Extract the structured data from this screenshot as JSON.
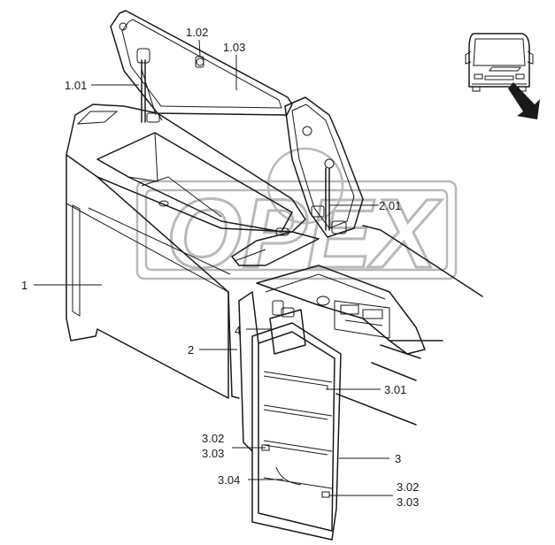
{
  "labels": {
    "l1": "1",
    "l1_01": "1.01",
    "l1_02": "1.02",
    "l1_03": "1.03",
    "l2": "2",
    "l2_01": "2.01",
    "l3": "3",
    "l3_01": "3.01",
    "l3_02_top": "3.02",
    "l3_03_top": "3.03",
    "l3_02_bottom": "3.02",
    "l3_03_bottom": "3.03",
    "l3_04": "3.04",
    "l4": "4"
  },
  "watermark": {
    "text": "OPEX"
  },
  "colors": {
    "line": "#1a1a1a",
    "watermark": "#b9b9b9",
    "background": "#ffffff"
  }
}
